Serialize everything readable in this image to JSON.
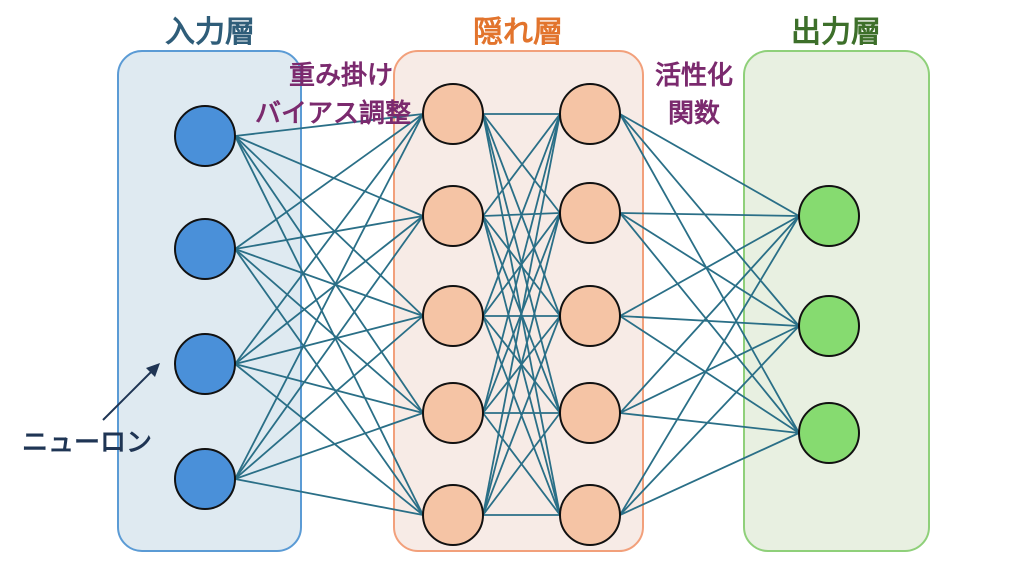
{
  "titles": {
    "input": "入力層",
    "hidden": "隠れ層",
    "output": "出力層"
  },
  "annotations": {
    "weights_line1": "重み掛け",
    "weights_line2": "バイアス調整",
    "activation_line1": "活性化",
    "activation_line2": "関数",
    "neuron": "ニューロン"
  },
  "layers": [
    {
      "key": "input",
      "neurons": 4
    },
    {
      "key": "hidden1",
      "neurons": 5
    },
    {
      "key": "hidden2",
      "neurons": 5
    },
    {
      "key": "output",
      "neurons": 3
    }
  ],
  "colors": {
    "input_box_fill": "#dfeaf1",
    "input_box_border": "#5b9bd5",
    "input_title": "#2f5d79",
    "input_neuron": "#4a90d9",
    "hidden_box_fill": "#f7ebe6",
    "hidden_box_border": "#f2a07b",
    "hidden_title": "#e2742d",
    "hidden_neuron": "#f5c4a5",
    "output_box_fill": "#e8f0e1",
    "output_box_border": "#8fd07a",
    "output_title": "#3d6f2a",
    "output_neuron": "#86db70",
    "connection": "#2a6f87",
    "annotation": "#7b2a6e",
    "neuron_label": "#1f3554"
  }
}
